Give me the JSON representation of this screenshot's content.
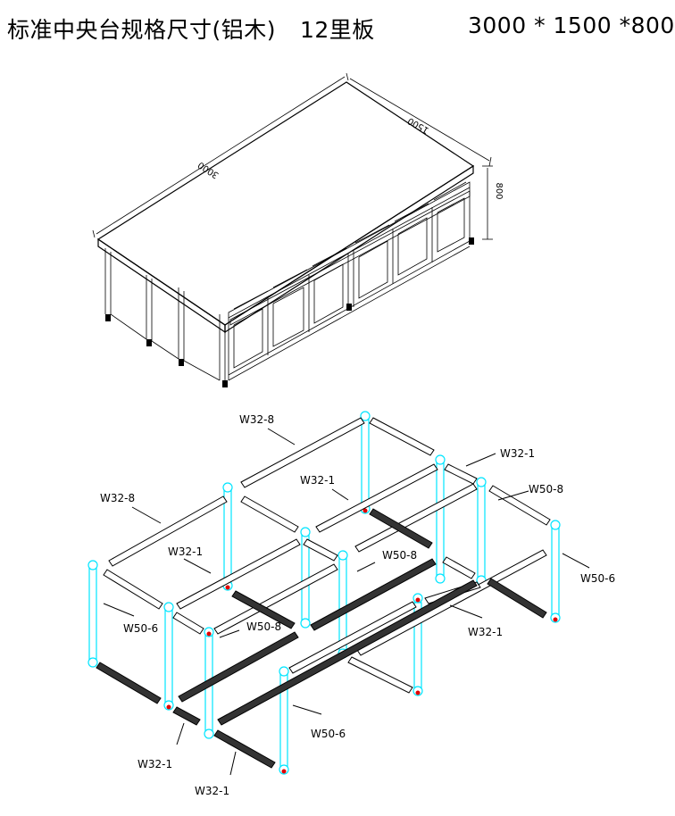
{
  "header": {
    "title": "标准中央台规格尺寸(铝木)",
    "board": "12里板",
    "dimensions": "3000 * 1500 *800"
  },
  "drawing_dims": {
    "length": "3000",
    "width": "1500",
    "height": "800"
  },
  "frame_labels": {
    "top_rail_back": "W32-8",
    "top_rail_front": "W32-8",
    "mid_rail_left": "W32-1",
    "mid_rail_center": "W32-1",
    "right_rail_top": "W32-1",
    "right_beam": "W50-8",
    "center_beam_1": "W50-8",
    "center_beam_2": "W50-8",
    "left_post": "W50-6",
    "right_post": "W50-6",
    "front_post": "W50-6",
    "right_lower_rail": "W32-1",
    "bottom_rail_1": "W32-1",
    "bottom_rail_2": "W32-1"
  },
  "colors": {
    "post": "#00e5ff",
    "beam": "#000000",
    "accent_red": "#e00000"
  }
}
